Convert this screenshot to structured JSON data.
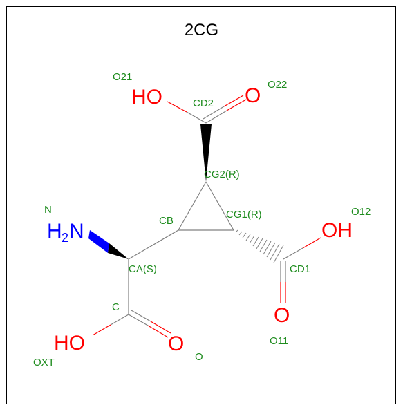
{
  "title": "2CG",
  "colors": {
    "carbon_bond": "#808080",
    "oxygen": "#ff0000",
    "nitrogen": "#0000ff",
    "atom_label": "#1e8c1e",
    "wedge": "#000000"
  },
  "elements": {
    "ho_top": "HO",
    "o_top": "O",
    "oh_right": "OH",
    "o_right": "O",
    "h_amine": "H",
    "amine_sub": "2",
    "n_amine": "N",
    "ho_bottom": "HO",
    "o_bottom": "O"
  },
  "atom_labels": {
    "o21": "O21",
    "o22": "O22",
    "cd2": "CD2",
    "cg2": "CG2(R)",
    "cb": "CB",
    "cg1": "CG1(R)",
    "o12": "O12",
    "n": "N",
    "ca": "CA(S)",
    "cd1": "CD1",
    "c": "C",
    "o11": "O11",
    "oxt": "OXT",
    "o": "O"
  }
}
